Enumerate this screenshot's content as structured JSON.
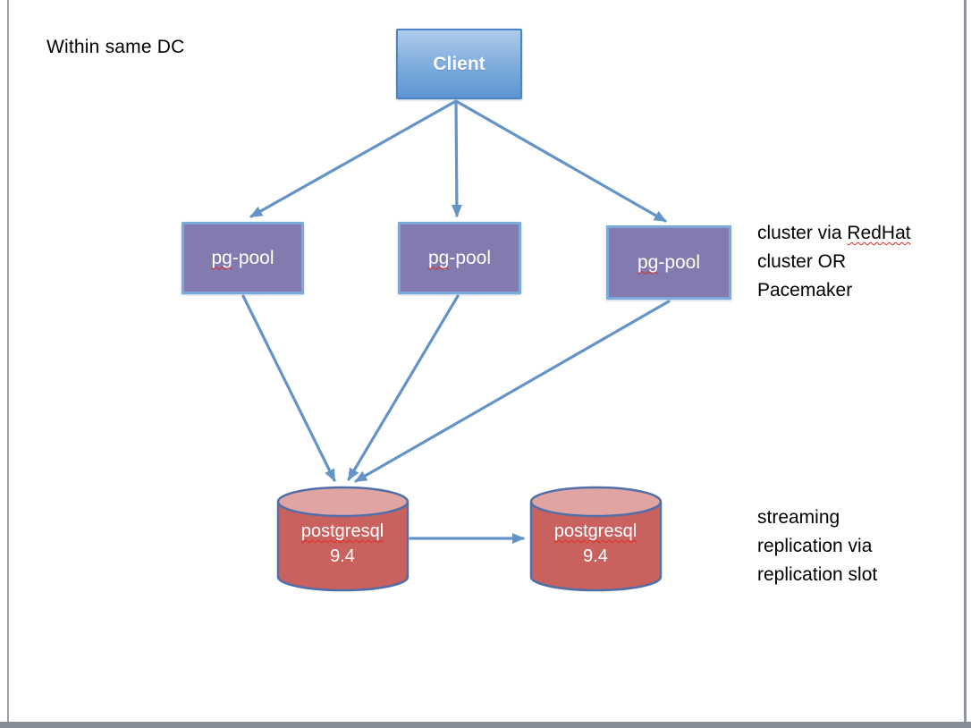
{
  "title": "Within same DC",
  "nodes": {
    "client": {
      "label": "Client",
      "shape": "rectangle"
    },
    "pgpool_left": {
      "label_misspelled": "pg",
      "label_rest": "-pool",
      "shape": "rectangle"
    },
    "pgpool_mid": {
      "label_misspelled": "pg",
      "label_rest": "-pool",
      "shape": "rectangle"
    },
    "pgpool_right": {
      "label_misspelled": "pg",
      "label_rest": "-pool",
      "shape": "rectangle"
    },
    "db_left": {
      "name": "postgresql",
      "version": "9.4",
      "shape": "cylinder"
    },
    "db_right": {
      "name": "postgresql",
      "version": "9.4",
      "shape": "cylinder"
    }
  },
  "edges": [
    {
      "from": "client",
      "to": "pgpool_left"
    },
    {
      "from": "client",
      "to": "pgpool_mid"
    },
    {
      "from": "client",
      "to": "pgpool_right"
    },
    {
      "from": "pgpool_left",
      "to": "db_left"
    },
    {
      "from": "pgpool_mid",
      "to": "db_left"
    },
    {
      "from": "pgpool_right",
      "to": "db_left"
    },
    {
      "from": "db_left",
      "to": "db_right"
    }
  ],
  "annotations": {
    "cluster": {
      "line1_prefix": "cluster via ",
      "line1_misspelled": "RedHat",
      "line2": "cluster OR",
      "line3": "Pacemaker"
    },
    "replication": {
      "line1": "streaming",
      "line2": "replication via",
      "line3": "replication slot"
    }
  },
  "colors": {
    "arrow": "#6493c7",
    "client_fill_top": "#aecbec",
    "client_fill_bottom": "#5c95d2",
    "client_border": "#4a84c4",
    "pgpool_fill": "#837ab0",
    "pgpool_border": "#79aadb",
    "cylinder_body": "#c9615e",
    "cylinder_top": "#e0a5a2",
    "cylinder_border": "#506fa8",
    "spellcheck_underline": "#e02b20",
    "text_dark": "#000000",
    "text_light": "#ffffff",
    "frame_gray": "#868c95"
  }
}
